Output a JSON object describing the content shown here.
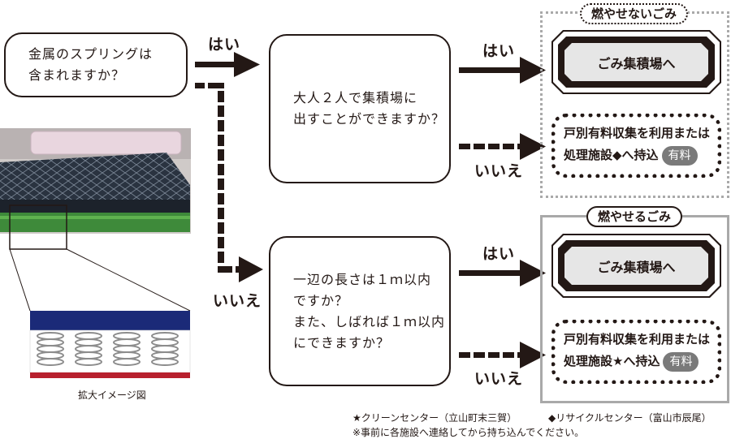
{
  "questions": {
    "q1": "金属のスプリングは\n含まれますか？",
    "q2": "大人２人で集積場に\n出すことができますか？",
    "q3": "一辺の長さは１ｍ以内\nですか？\nまた、しばれば１ｍ以内\nにできますか？"
  },
  "labels": {
    "yes": "はい",
    "no": "いいえ"
  },
  "groups": {
    "non_burnable": "燃やせないごみ",
    "burnable": "燃やせるごみ"
  },
  "results": {
    "collection_point": "ごみ集積場へ",
    "non_burnable_alt_line1": "戸別有料収集を利用または",
    "non_burnable_alt_line2": "処理施設◆へ持込",
    "burnable_alt_line1": "戸別有料収集を利用または",
    "burnable_alt_line2": "処理施設★へ持込",
    "fee_badge": "有料"
  },
  "illustration": {
    "caption": "拡大イメージ図"
  },
  "notes": {
    "star_center": "★クリーンセンター（立山町末三賀）",
    "diamond_center": "◆リサイクルセンター（富山市辰尾）",
    "advance_notice": "※事前に各施設へ連絡してから持ち込んでください。"
  },
  "colors": {
    "ink": "#231815",
    "gray_border": "#a9a9a9",
    "mattress_top": "#1b2a78",
    "mattress_bottom": "#b8202e",
    "badge": "#7a7a7a"
  }
}
